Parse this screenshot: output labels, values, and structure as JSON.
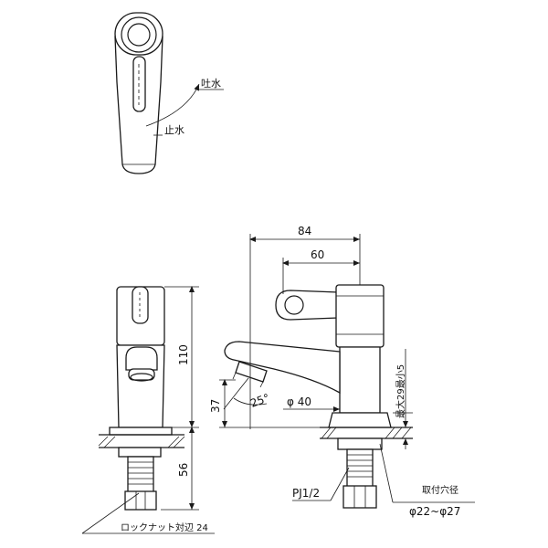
{
  "labels": {
    "spout_on": "吐水",
    "spout_off": "止水",
    "dim_84": "84",
    "dim_60": "60",
    "dim_110": "110",
    "dim_37": "37",
    "dim_56": "56",
    "angle": "25°",
    "phi40": "φ 40",
    "max_thickness": "最大29最小5",
    "thread": "PJ1/2",
    "hole_title": "取付穴径",
    "hole_range": "φ22~φ27",
    "locknut": "ロックナット対辺 24"
  }
}
